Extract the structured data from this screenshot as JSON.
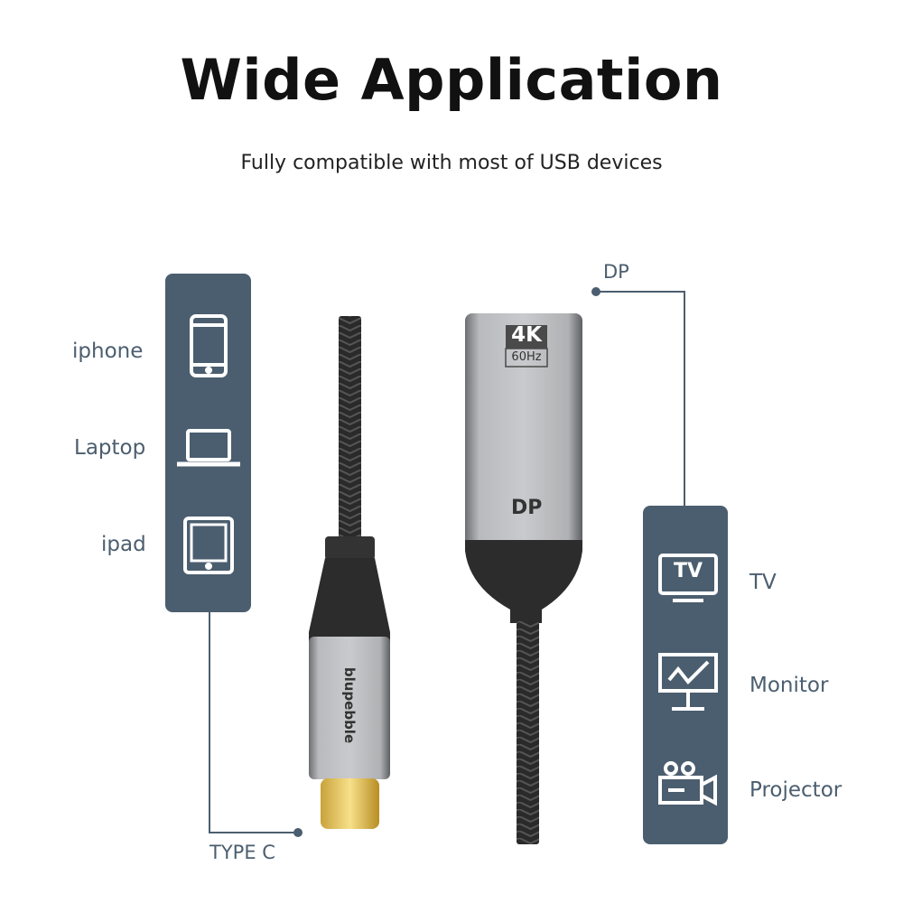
{
  "title": "Wide Application",
  "subtitle": "Fully compatible with most of USB devices",
  "left": {
    "connector": "TYPE C",
    "devices": [
      {
        "label": "iphone",
        "icon": "smartphone-icon"
      },
      {
        "label": "Laptop",
        "icon": "laptop-icon"
      },
      {
        "label": "ipad",
        "icon": "tablet-icon"
      }
    ]
  },
  "right": {
    "connector": "DP",
    "devices": [
      {
        "label": "TV",
        "icon": "tv-icon",
        "icon_text": "TV"
      },
      {
        "label": "Monitor",
        "icon": "monitor-icon"
      },
      {
        "label": "Projector",
        "icon": "projector-icon"
      }
    ]
  },
  "product": {
    "brand": "blupebble",
    "badge_main": "4K",
    "badge_sub": "60Hz",
    "logo": "DP"
  },
  "colors": {
    "panel": "#4b5e6f",
    "text": "#4b5e6f"
  }
}
